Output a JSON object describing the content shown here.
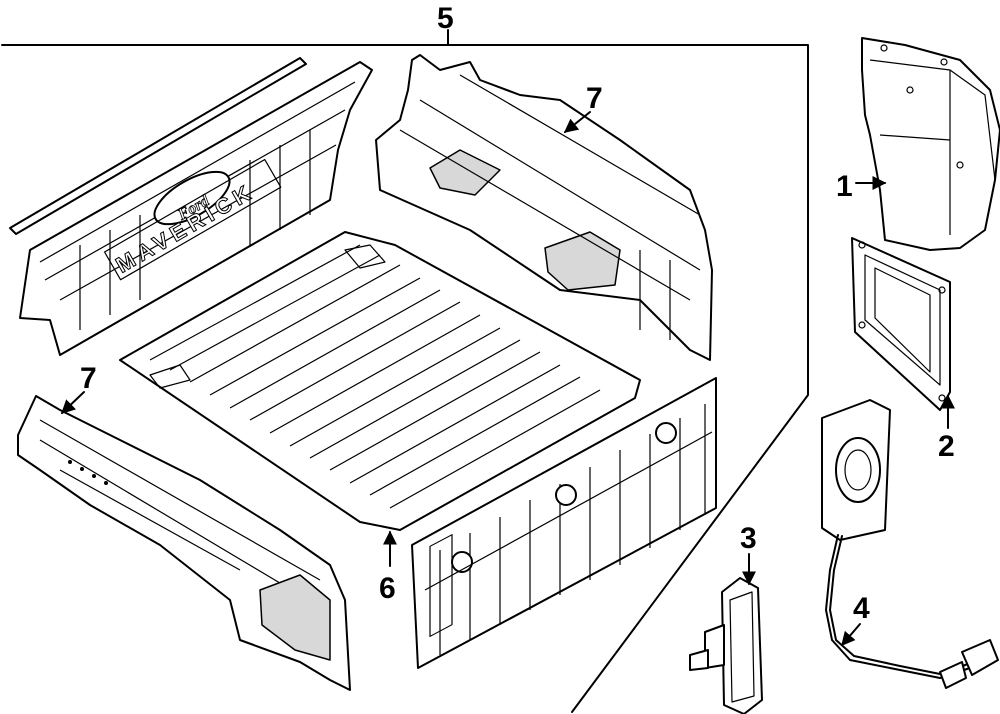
{
  "callouts": {
    "c1": "1",
    "c2": "2",
    "c3": "3",
    "c4": "4",
    "c5": "5",
    "c6": "6",
    "c7a": "7",
    "c7b": "7"
  },
  "embossing": {
    "logo": "Ford",
    "model": "MAVERICK"
  }
}
